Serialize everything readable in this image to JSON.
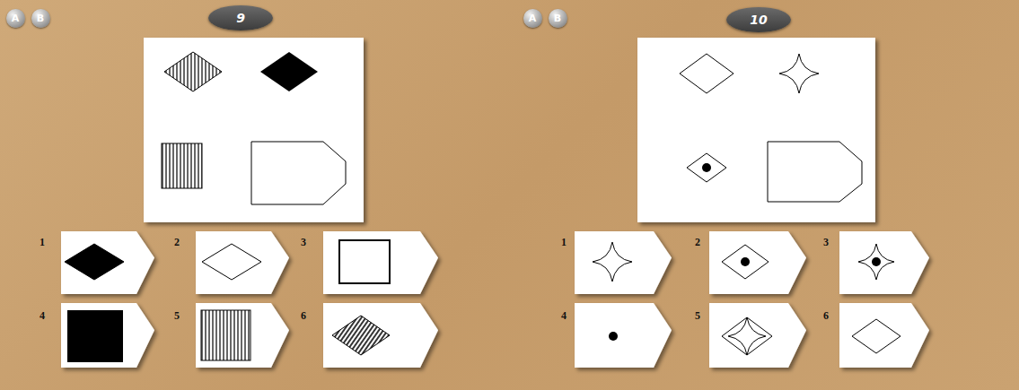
{
  "diagram": {
    "nodes": [
      {
        "text": [
          "A"
        ]
      },
      {
        "text": [
          "B"
        ]
      },
      {
        "text": [
          "9"
        ]
      },
      {
        "text": [
          "A"
        ]
      },
      {
        "text": [
          "B"
        ]
      },
      {
        "text": [
          "10"
        ]
      }
    ],
    "labels": [
      "1",
      "2",
      "3",
      "4",
      "5",
      "6",
      "1",
      "2",
      "3",
      "4",
      "5",
      "6"
    ]
  }
}
